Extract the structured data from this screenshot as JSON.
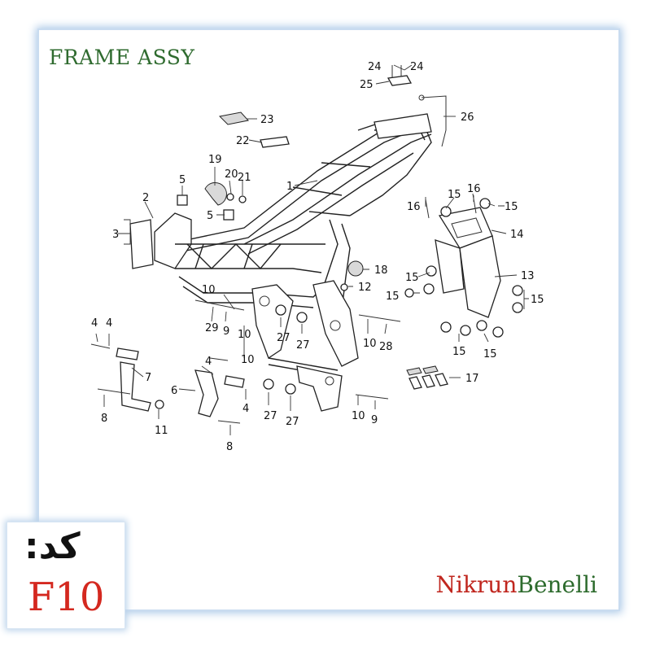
{
  "title": "FRAME ASSY",
  "code": {
    "label": "کد:",
    "value": "F10"
  },
  "brand": {
    "part1": "Nikrun",
    "part2": "Benelli"
  },
  "callouts": [
    "24",
    "24",
    "25",
    "26",
    "23",
    "22",
    "19",
    "20",
    "21",
    "5",
    "5",
    "2",
    "3",
    "1",
    "16",
    "15",
    "16",
    "15",
    "14",
    "18",
    "12",
    "15",
    "13",
    "15",
    "15",
    "10",
    "10",
    "29",
    "9",
    "4",
    "4",
    "7",
    "27",
    "27",
    "10",
    "28",
    "15",
    "15",
    "4",
    "10",
    "6",
    "4",
    "17",
    "8",
    "11",
    "27",
    "27",
    "10",
    "9",
    "8"
  ],
  "colors": {
    "title": "#2f6b2f",
    "brand_red": "#c0271f",
    "brand_green": "#2d6b2d",
    "code_red": "#d4281f",
    "frame_shadow": "#a9c7e6"
  }
}
